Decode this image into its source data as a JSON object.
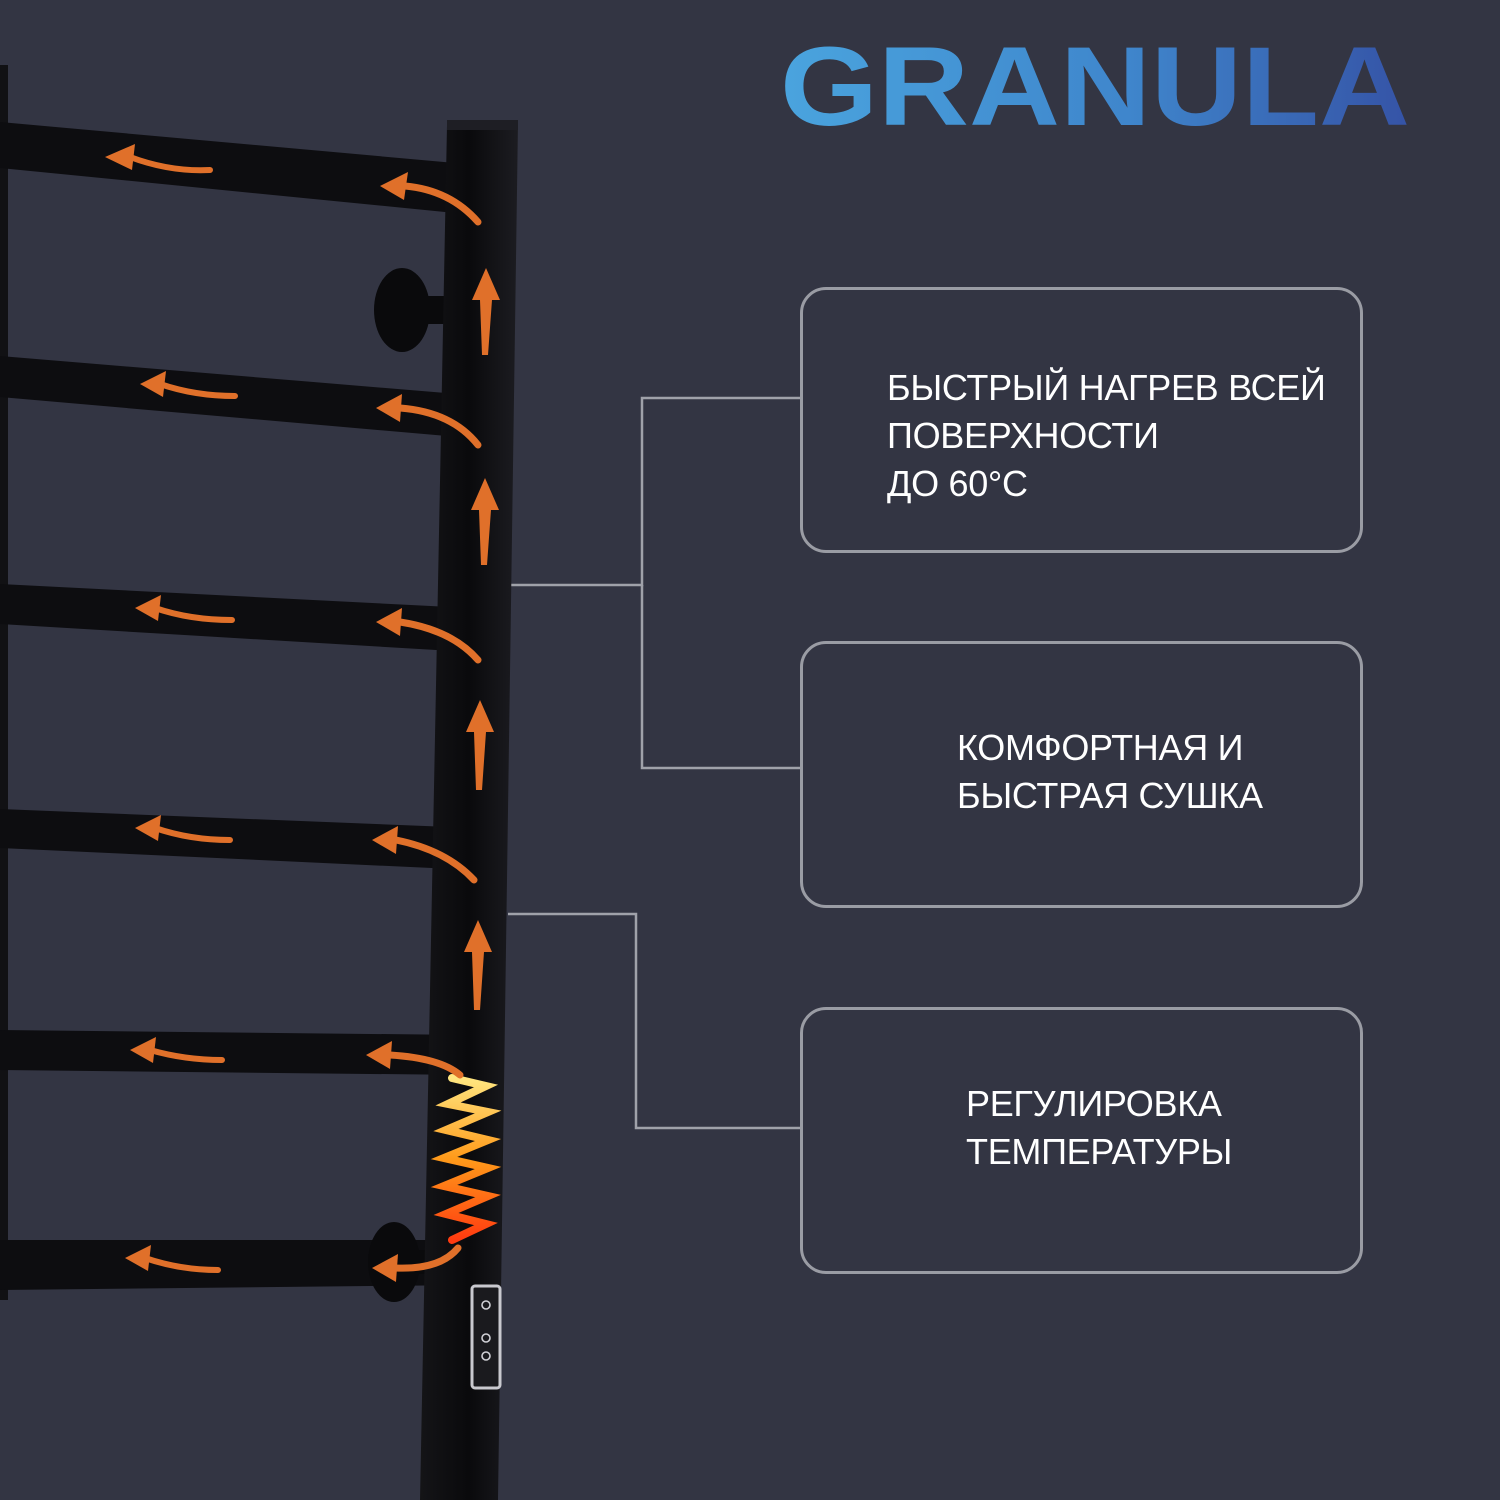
{
  "brand": {
    "logo_text": "GRANULA",
    "colors": {
      "logo_start": "#4aa4de",
      "logo_end": "#3553a6",
      "background": "#333543",
      "heat_arrow": "#e0702a",
      "rail": "#0b0b0d",
      "box_border": "#9a9ca4"
    }
  },
  "features": [
    {
      "text": "БЫСТРЫЙ НАГРЕВ ВСЕЙ\nПОВЕРХНОСТИ\nДО 60°С"
    },
    {
      "text": "КОМФОРТНАЯ И\nБЫСТРАЯ СУШКА"
    },
    {
      "text": "РЕГУЛИРОВКА\nТЕМПЕРАТУРЫ"
    }
  ],
  "illustration": {
    "subject": "black electric towel rail with heating element",
    "icons": [
      "heat-flow-arrow-icon",
      "heating-coil-icon",
      "wall-mount-icon",
      "control-panel-icon"
    ]
  }
}
